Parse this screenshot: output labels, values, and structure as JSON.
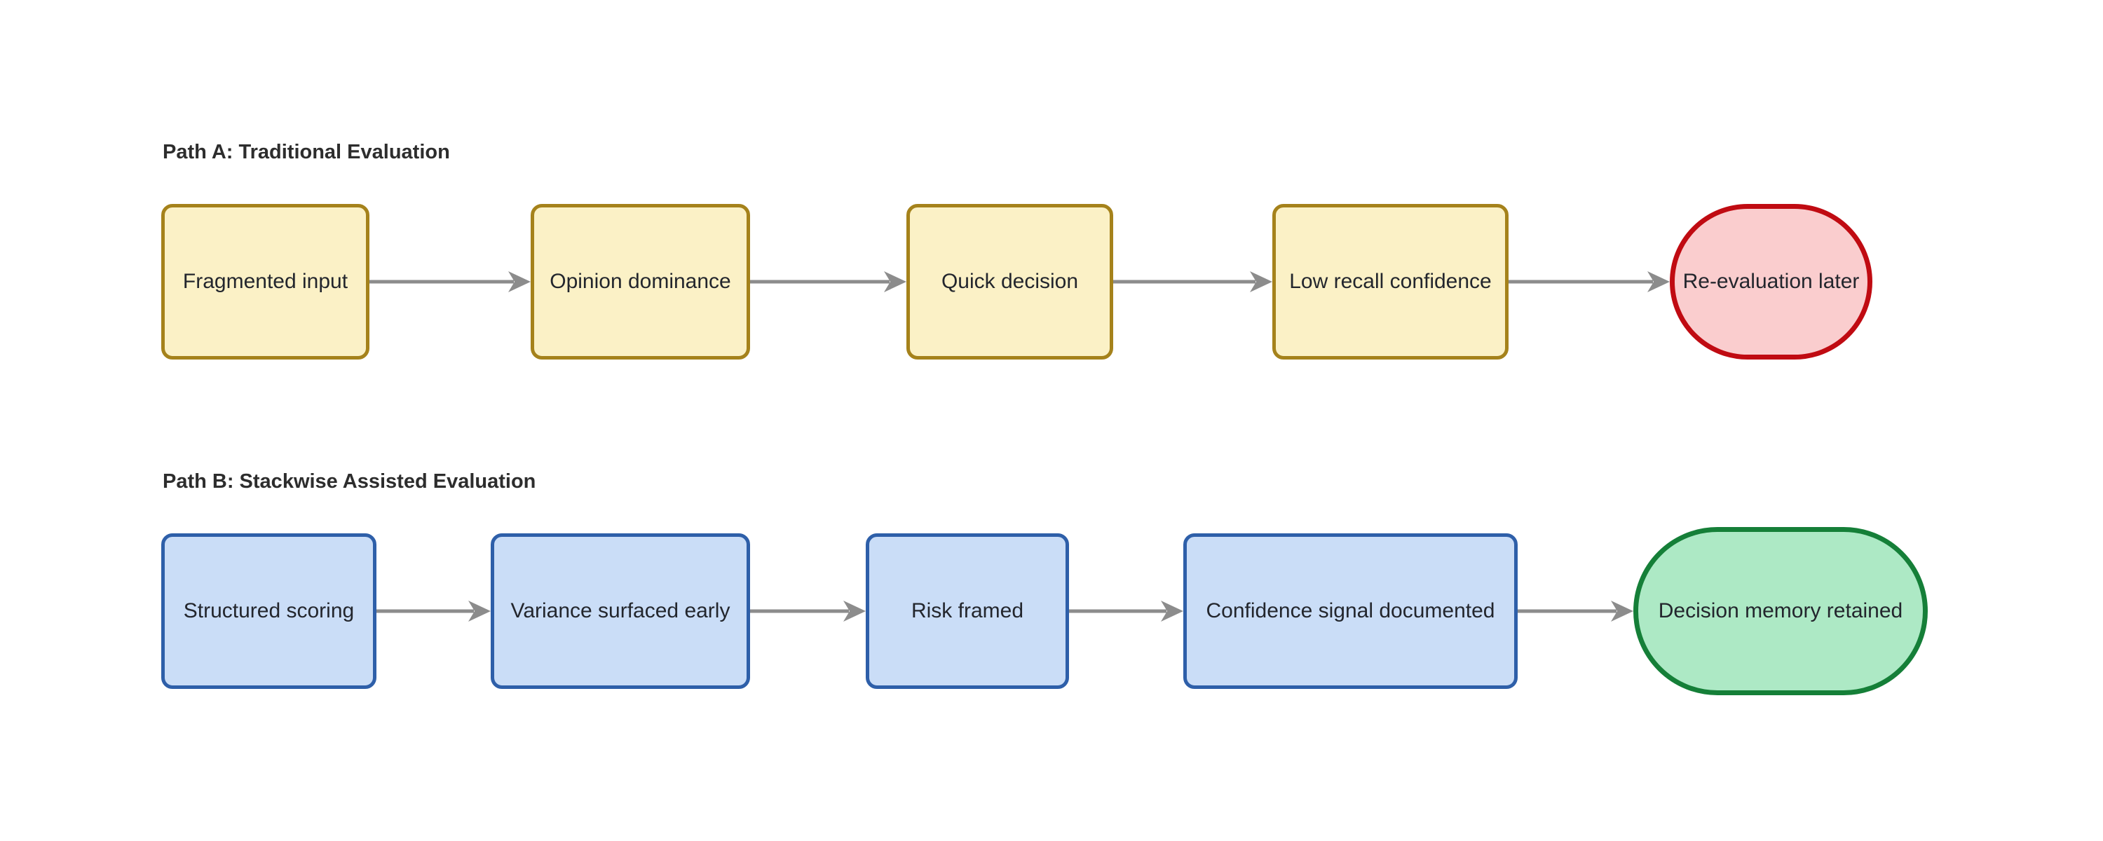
{
  "diagram": {
    "background_color": "#ffffff",
    "heading_color": "#2d2d2d",
    "node_text_color": "#23262d",
    "arrow_color": "#8c8c8c"
  },
  "palettes": {
    "yellow": {
      "fill": "#FBF1C6",
      "stroke": "#A5821B"
    },
    "red": {
      "fill": "#FACDCE",
      "stroke": "#C00B12"
    },
    "blue": {
      "fill": "#CADDF7",
      "stroke": "#2E5FA9"
    },
    "green": {
      "fill": "#ADE9C5",
      "stroke": "#157F38"
    }
  },
  "paths": [
    {
      "id": "path-a",
      "title": "Path A: Traditional Evaluation",
      "nodes": [
        {
          "label": "Fragmented input",
          "shape": "rect",
          "palette": "yellow"
        },
        {
          "label": "Opinion dominance",
          "shape": "rect",
          "palette": "yellow"
        },
        {
          "label": "Quick decision",
          "shape": "rect",
          "palette": "yellow"
        },
        {
          "label": "Low recall confidence",
          "shape": "rect",
          "palette": "yellow"
        },
        {
          "label": "Re-evaluation later",
          "shape": "stadium",
          "palette": "red"
        }
      ]
    },
    {
      "id": "path-b",
      "title": "Path B: Stackwise Assisted Evaluation",
      "nodes": [
        {
          "label": "Structured scoring",
          "shape": "rect",
          "palette": "blue"
        },
        {
          "label": "Variance surfaced early",
          "shape": "rect",
          "palette": "blue"
        },
        {
          "label": "Risk framed",
          "shape": "rect",
          "palette": "blue"
        },
        {
          "label": "Confidence signal documented",
          "shape": "rect",
          "palette": "blue"
        },
        {
          "label": "Decision memory retained",
          "shape": "stadium",
          "palette": "green"
        }
      ]
    }
  ]
}
